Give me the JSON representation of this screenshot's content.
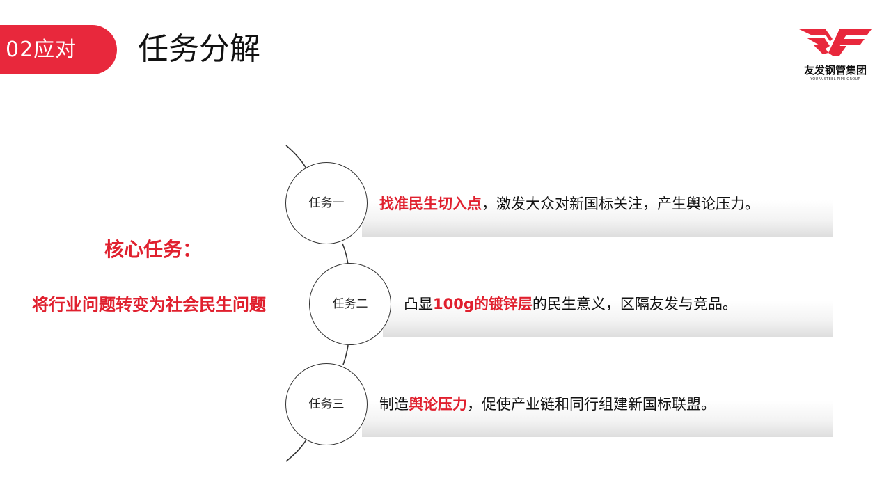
{
  "header": {
    "section_tab": "02应对",
    "title": "任务分解"
  },
  "logo": {
    "name_cn": "友发钢管集团",
    "name_en": "YOUFA STEEL PIPE GROUP",
    "brand_color": "#e8283c"
  },
  "core": {
    "title": "核心任务：",
    "text": "将行业问题转变为社会民生问题"
  },
  "tasks": [
    {
      "label": "任务一",
      "parts": [
        {
          "text": "找准民生切入点",
          "highlight": true
        },
        {
          "text": "，激发大众对新国标关注，产生舆论压力。",
          "highlight": false
        }
      ]
    },
    {
      "label": "任务二",
      "parts": [
        {
          "text": "凸显",
          "highlight": false
        },
        {
          "text": "100g的镀锌层",
          "highlight": true
        },
        {
          "text": "的民生意义，区隔友发与竞品。",
          "highlight": false
        }
      ]
    },
    {
      "label": "任务三",
      "parts": [
        {
          "text": "制造",
          "highlight": false
        },
        {
          "text": "舆论压力",
          "highlight": true
        },
        {
          "text": "，促使产业链和同行组建新国标联盟。",
          "highlight": false
        }
      ]
    }
  ],
  "colors": {
    "accent": "#e0202e",
    "text": "#111111"
  }
}
